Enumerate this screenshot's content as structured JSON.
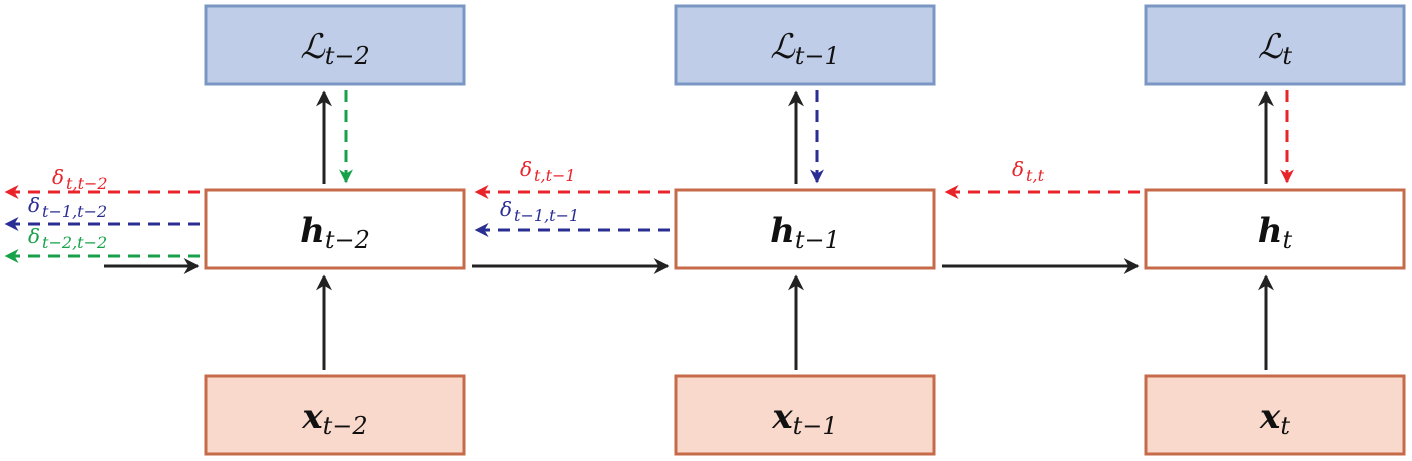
{
  "colors": {
    "loss_fill": "#bfcde8",
    "loss_stroke": "#7a97c4",
    "hidden_fill": "#ffffff",
    "hidden_stroke": "#c66a4a",
    "input_fill": "#f8d9cc",
    "input_stroke": "#c66a4a",
    "forward_arrow": "#222222",
    "red": "#e8232a",
    "blue": "#2a2e93",
    "green": "#17a24a"
  },
  "columns": [
    {
      "loss": {
        "base": "ℒ",
        "sub": "t−2"
      },
      "hidden": {
        "base": "h",
        "sub": "t−2"
      },
      "input": {
        "base": "x",
        "sub": "t−2"
      }
    },
    {
      "loss": {
        "base": "ℒ",
        "sub": "t−1"
      },
      "hidden": {
        "base": "h",
        "sub": "t−1"
      },
      "input": {
        "base": "x",
        "sub": "t−1"
      }
    },
    {
      "loss": {
        "base": "ℒ",
        "sub": "t"
      },
      "hidden": {
        "base": "h",
        "sub": "t"
      },
      "input": {
        "base": "x",
        "sub": "t"
      }
    }
  ],
  "deltas": [
    {
      "base": "δ",
      "sub": "t,t−2",
      "color": "red"
    },
    {
      "base": "δ",
      "sub": "t−1,t−2",
      "color": "blue"
    },
    {
      "base": "δ",
      "sub": "t−2,t−2",
      "color": "green"
    },
    {
      "base": "δ",
      "sub": "t,t−1",
      "color": "red"
    },
    {
      "base": "δ",
      "sub": "t−1,t−1",
      "color": "blue"
    },
    {
      "base": "δ",
      "sub": "t,t",
      "color": "red"
    }
  ]
}
